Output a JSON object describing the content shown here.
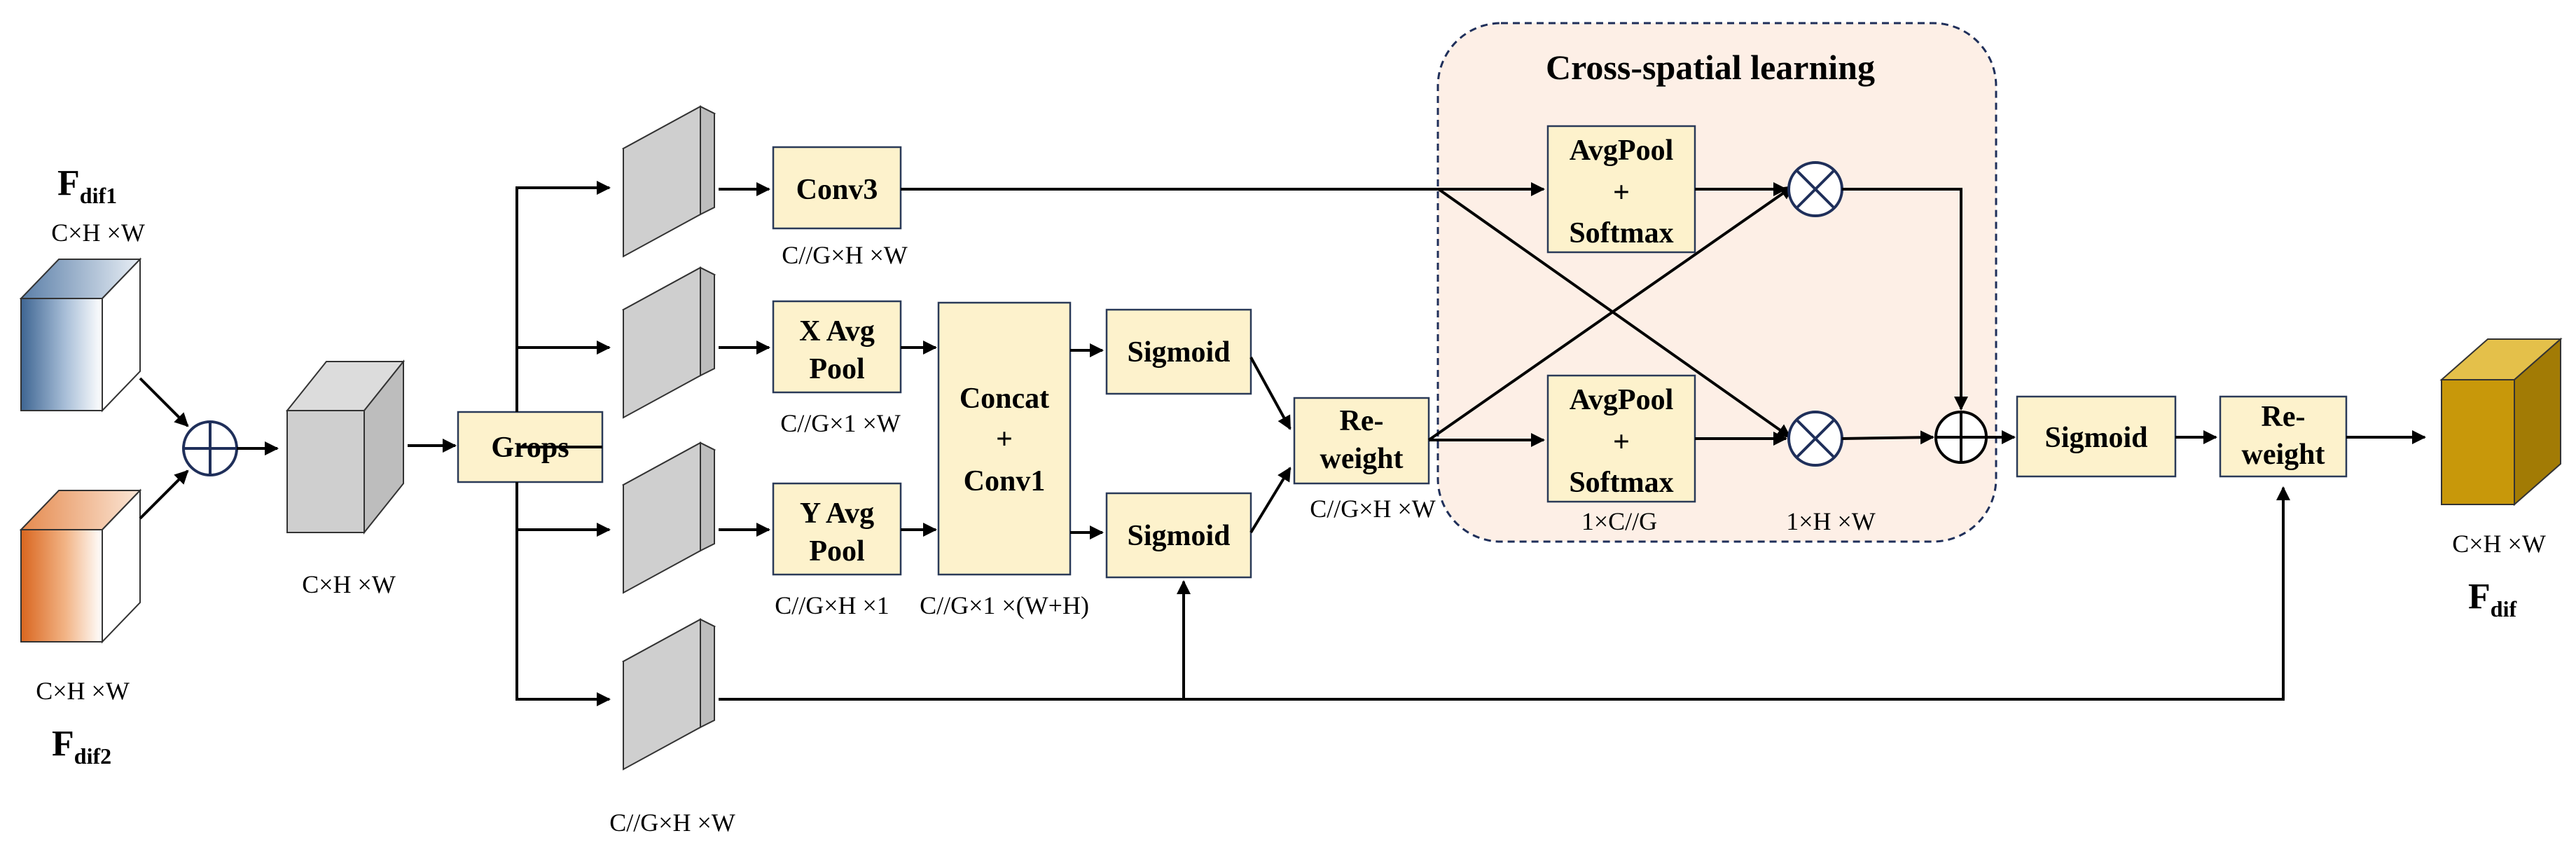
{
  "title": "Cross-spatial learning",
  "inputs": {
    "f1": {
      "main": "F",
      "sub": "dif1",
      "dim": "C×H ×W"
    },
    "f2": {
      "main": "F",
      "sub": "dif2",
      "dim": "C×H ×W"
    }
  },
  "output": {
    "main": "F",
    "sub": "dif",
    "dim": "C×H ×W"
  },
  "merged_dim": "C×H ×W",
  "boxes": {
    "groups": "Grops",
    "conv3": "Conv3",
    "xavg_1": "X Avg",
    "xavg_2": "Pool",
    "yavg_1": "Y Avg",
    "yavg_2": "Pool",
    "concat_1": "Concat",
    "concat_2": "+",
    "concat_3": "Conv1",
    "sigmoid_top": "Sigmoid",
    "sigmoid_bottom": "Sigmoid",
    "reweight1_1": "Re-",
    "reweight1_2": "weight",
    "avgpool_top_1": "AvgPool",
    "avgpool_top_2": "+",
    "avgpool_top_3": "Softmax",
    "avgpool_bottom_1": "AvgPool",
    "avgpool_bottom_2": "+",
    "avgpool_bottom_3": "Softmax",
    "sigmoid_final": "Sigmoid",
    "reweight2_1": "Re-",
    "reweight2_2": "weight"
  },
  "dims": {
    "conv3": "C//G×H ×W",
    "xavg": "C//G×1 ×W",
    "yavg": "C//G×H ×1",
    "concat": "C//G×1 ×(W+H)",
    "reweight1": "C//G×H ×W",
    "avgpool_bottom": "1×C//G",
    "mul_bottom": "1×H ×W",
    "branch4": "C//G×H ×W"
  },
  "colors": {
    "box_fill": "#fdf2cc",
    "cross_region": "#fdefe6",
    "input1": "#4a6f9a",
    "input2": "#e07b35",
    "output": "#c8980a"
  }
}
